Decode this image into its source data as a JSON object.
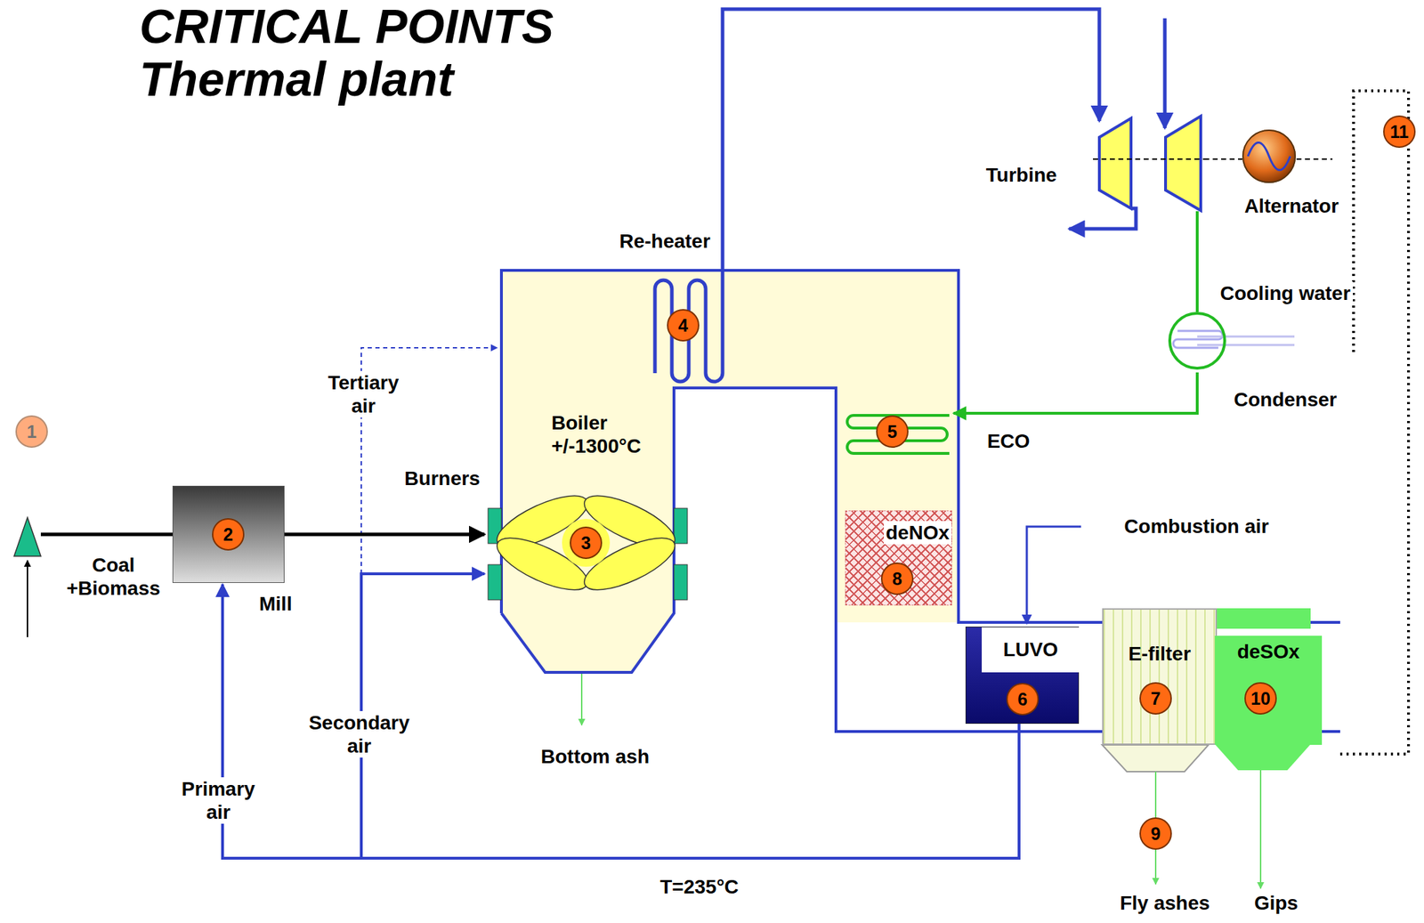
{
  "diagram": {
    "title": "CRITICAL POINTS Thermal plant",
    "nodes": [
      {
        "text": [
          "Mill"
        ]
      },
      {
        "text": [
          "Boiler +/-1300°C"
        ]
      },
      {
        "text": [
          "deNOx"
        ]
      },
      {
        "text": [
          "LUVO"
        ]
      },
      {
        "text": [
          "E-filter"
        ]
      },
      {
        "text": [
          "deSOx"
        ]
      },
      {
        "text": [
          "Condenser"
        ]
      },
      {
        "text": [
          "Alternator"
        ]
      },
      {
        "text": [
          "Turbine"
        ]
      }
    ],
    "edges": [
      {
        "from": 0,
        "to": 1,
        "arrow": "to"
      },
      {
        "from": 3,
        "to": 0,
        "arrow": "to"
      },
      {
        "from": 3,
        "to": 1,
        "arrow": "to"
      },
      {
        "from": 8,
        "to": 6,
        "arrow": "none"
      },
      {
        "from": 8,
        "to": 7,
        "arrow": "none"
      }
    ],
    "labels": [
      "1",
      "2",
      "3",
      "4",
      "5",
      "6",
      "7",
      "8",
      "9",
      "10",
      "11",
      "Coal +Biomass",
      "Tertiary air",
      "Burners",
      "Re-heater",
      "ECO",
      "Combustion air",
      "Cooling water",
      "Secondary air",
      "Primary air",
      "Bottom ash",
      "T=235°C",
      "Fly ashes",
      "Gips"
    ]
  }
}
